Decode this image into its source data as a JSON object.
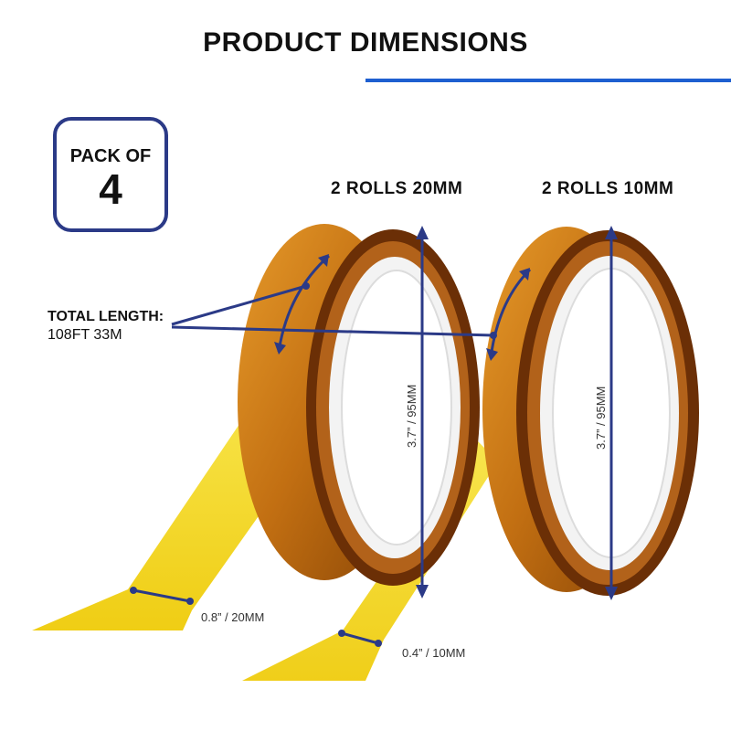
{
  "title": "PRODUCT DIMENSIONS",
  "badge": {
    "line1": "PACK OF",
    "line2": "4"
  },
  "rolls": [
    {
      "label": "2 ROLLS 20MM"
    },
    {
      "label": "2 ROLLS 10MM"
    }
  ],
  "total_length": {
    "label": "TOTAL LENGTH:",
    "value": "108FT 33M"
  },
  "dimensions": {
    "diameter_big": "3.7” / 95MM",
    "diameter_small": "3.7” / 95MM",
    "width_20": "0.8” / 20MM",
    "width_10": "0.4” / 10MM"
  },
  "colors": {
    "accent_blue": "#1e5fd0",
    "navy": "#2b3a87",
    "tape_amber": "#c9791a",
    "tape_yellow": "#f2d000"
  }
}
